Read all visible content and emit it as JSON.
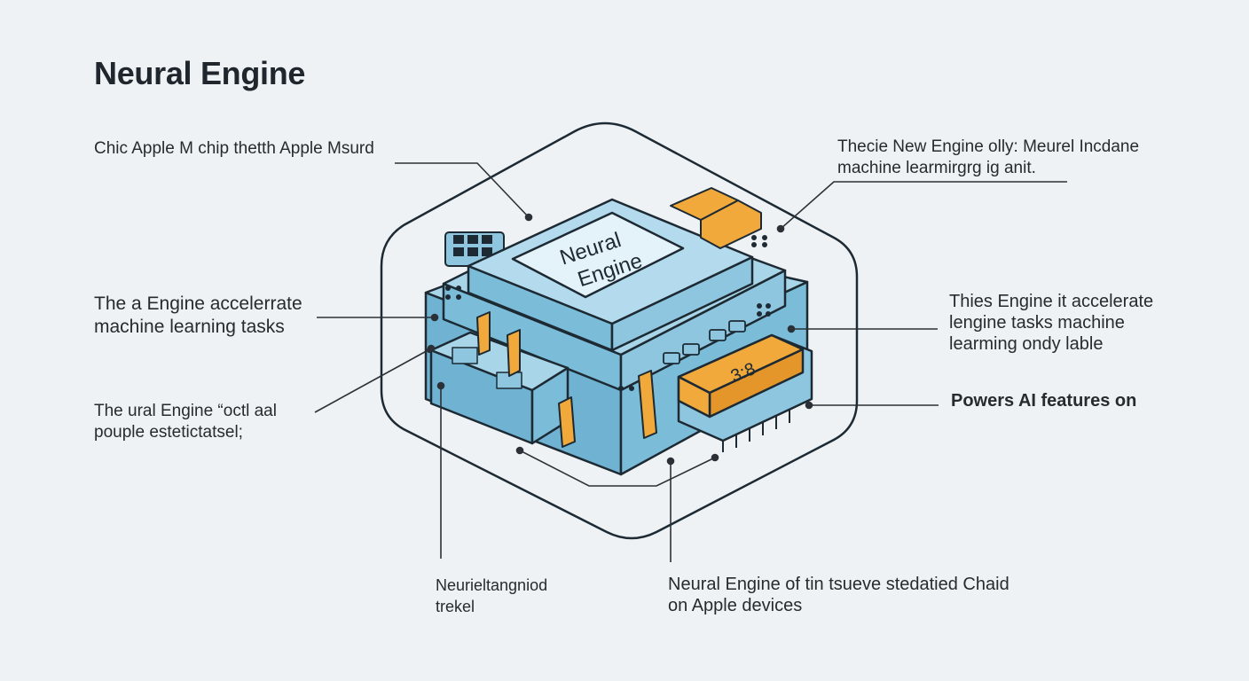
{
  "title": "Neural Engine",
  "chip": {
    "label_line1": "Neural",
    "label_line2": "Engine",
    "side_chip_label": "3:8"
  },
  "callouts": {
    "top_left": [
      "Chic Apple M chip thetth Apple Msurd"
    ],
    "top_right": [
      "Thecie New Engine olly: Meurel Incdane",
      "machine learmirgrg ig anit."
    ],
    "mid_left": [
      "The a Engine accelerrate",
      "machine learning tasks"
    ],
    "mid_right": [
      "Thies Engine it accelerate",
      "lengine tasks machine",
      "learming ondy lable"
    ],
    "low_left": [
      "The ural Engine “octl aal",
      "pouple estetictatsel;"
    ],
    "low_right": [
      "Powers AI features on"
    ],
    "bottom_left": [
      "Neurieltangniod",
      "trekel"
    ],
    "bottom_right": [
      "Neural Engine of tin tsueve stedatied Chaid",
      "on Apple devices"
    ]
  },
  "colors": {
    "background": "#eef2f4",
    "chip_blue": "#8ec6df",
    "chip_blue_light": "#a9d5e8",
    "chip_panel": "#e4f2f9",
    "accent_orange": "#f0a93a",
    "outline": "#1d2a33"
  }
}
